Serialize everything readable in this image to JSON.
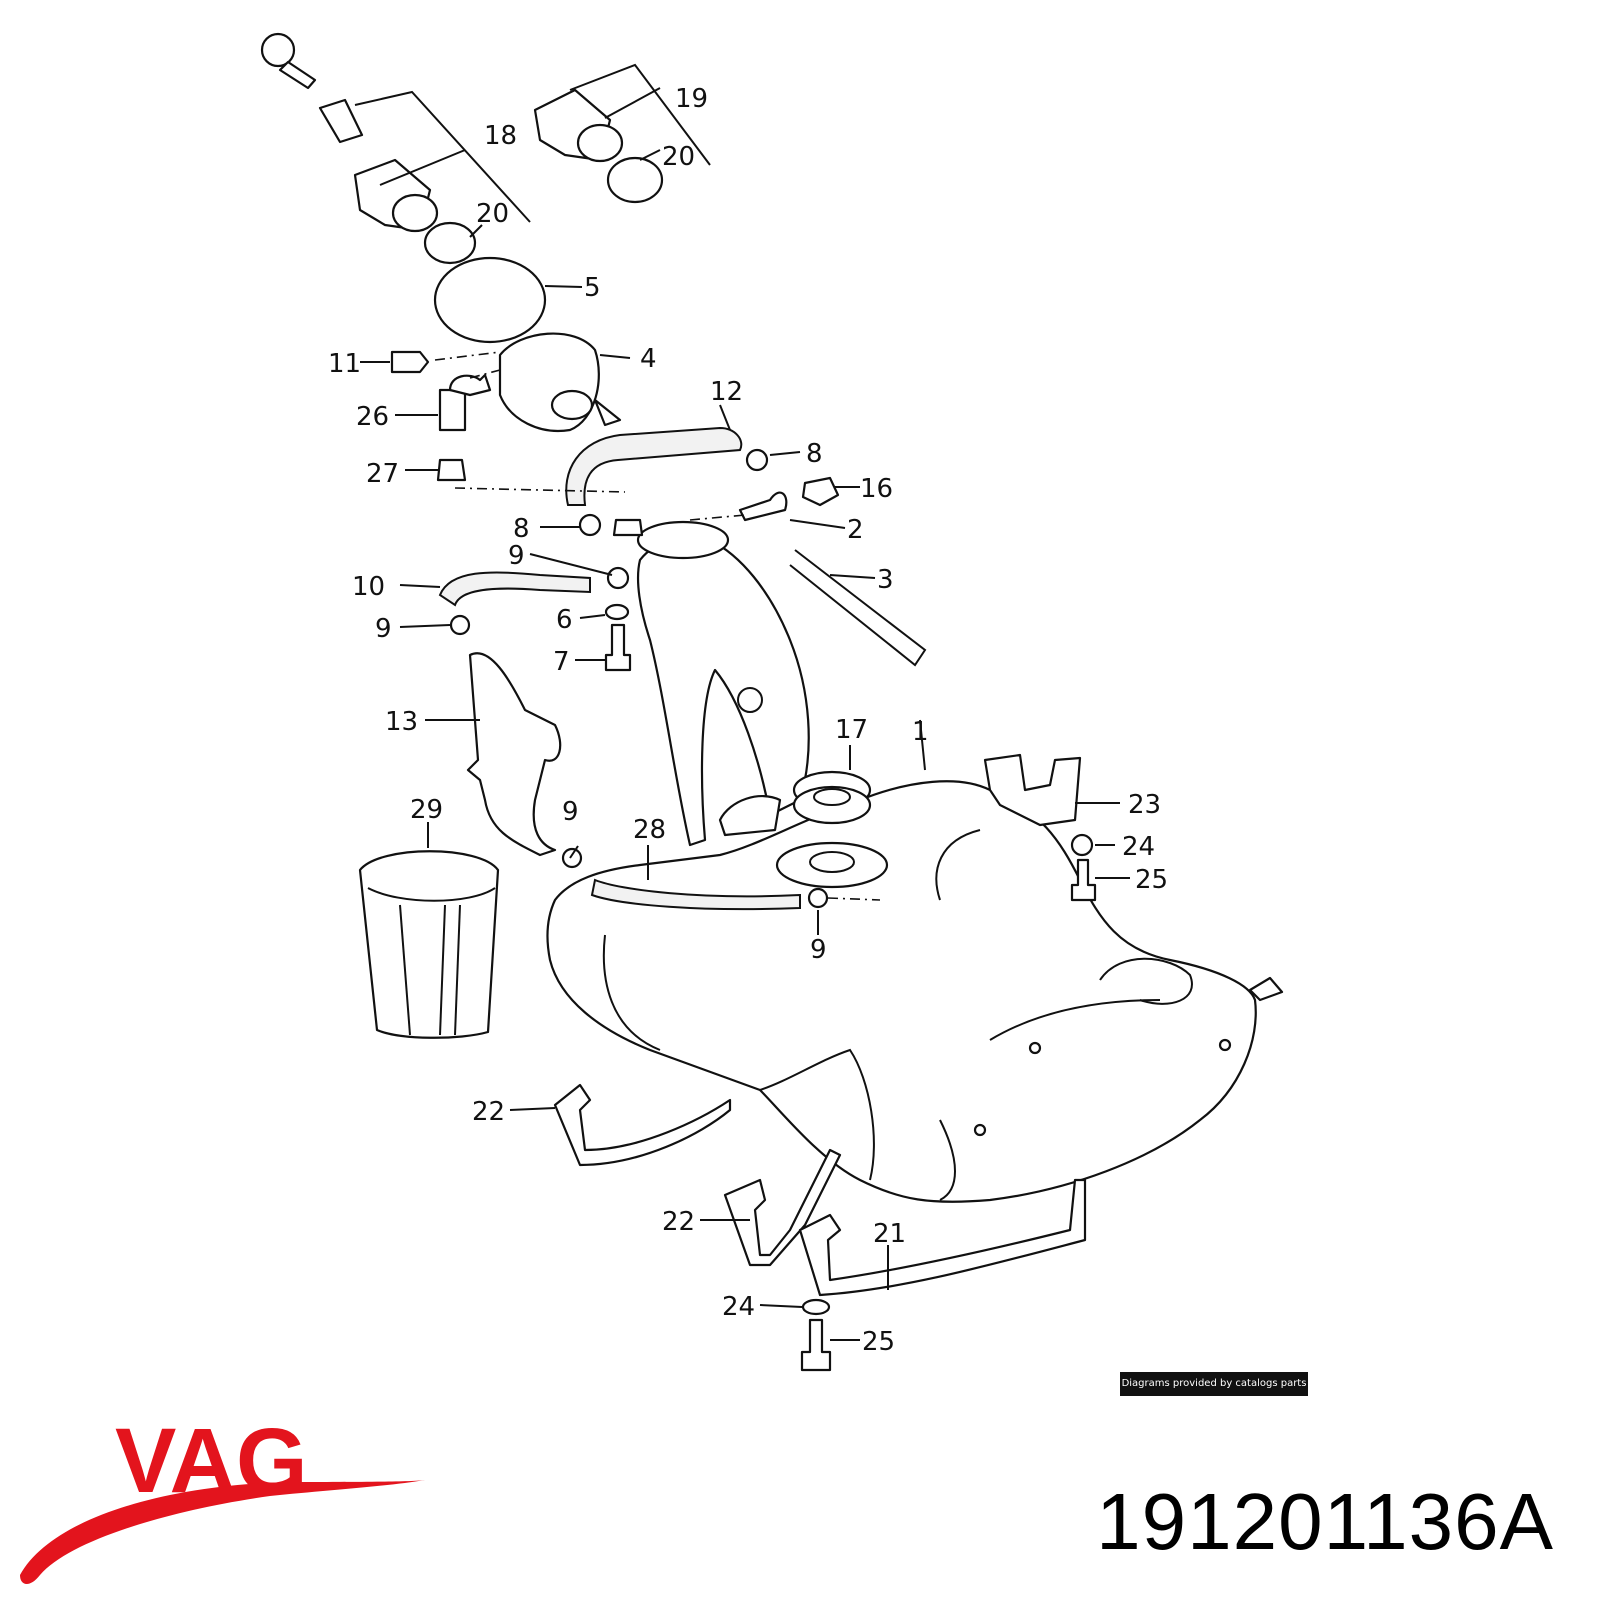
{
  "diagram": {
    "callouts": [
      "1",
      "2",
      "3",
      "4",
      "5",
      "6",
      "7",
      "8",
      "8",
      "9",
      "9",
      "9",
      "9",
      "10",
      "11",
      "12",
      "13",
      "16",
      "17",
      "18",
      "19",
      "20",
      "20",
      "21",
      "22",
      "22",
      "23",
      "24",
      "24",
      "25",
      "25",
      "26",
      "27",
      "28",
      "29"
    ]
  },
  "credit_text": "Diagrams provided by catalogs parts",
  "brand": {
    "name": "VAG",
    "color": "#e3141d"
  },
  "part_number": "191201136A"
}
